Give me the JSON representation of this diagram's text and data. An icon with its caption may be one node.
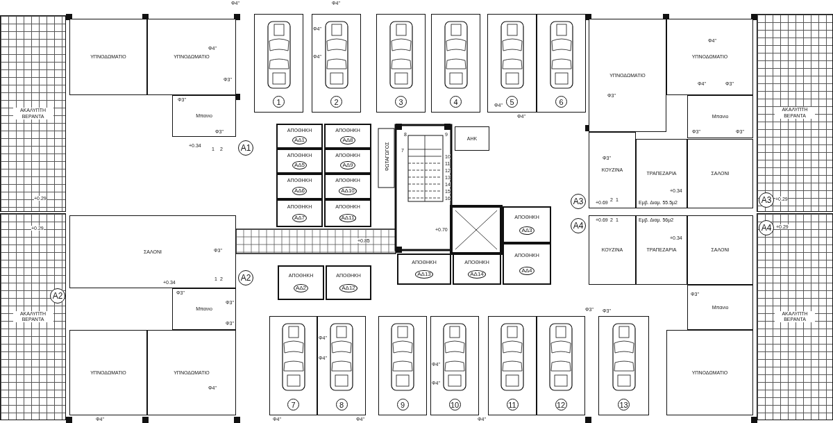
{
  "diagram": {
    "nodes": [
      {
        "text": [
          "ΑΚΑΛΥΠΤΗ ΒΕΡΑΝΤΑ"
        ]
      },
      {
        "text": [
          "ΥΠΝΟΔΩΜΑΤΙΟ"
        ]
      },
      {
        "text": [
          "ΥΠΝΟΔΩΜΑΤΙΟ"
        ]
      },
      {
        "text": [
          "Μπανιο"
        ]
      },
      {
        "text": [
          "A1"
        ]
      },
      {
        "text": [
          "1"
        ]
      },
      {
        "text": [
          "2"
        ]
      },
      {
        "text": [
          "3"
        ]
      },
      {
        "text": [
          "4"
        ]
      },
      {
        "text": [
          "5"
        ]
      },
      {
        "text": [
          "6"
        ]
      },
      {
        "text": [
          "ΑΠΟΘΗΚΗ",
          "ΑΔ1"
        ]
      },
      {
        "text": [
          "ΑΠΟΘΗΚΗ",
          "ΑΔ8"
        ]
      },
      {
        "text": [
          "ΑΠΟΘΗΚΗ",
          "ΑΔ5"
        ]
      },
      {
        "text": [
          "ΑΠΟΘΗΚΗ",
          "ΑΔ9"
        ]
      },
      {
        "text": [
          "ΑΠΟΘΗΚΗ",
          "ΑΔ6"
        ]
      },
      {
        "text": [
          "ΑΠΟΘΗΚΗ",
          "ΑΔ10"
        ]
      },
      {
        "text": [
          "ΑΠΟΘΗΚΗ",
          "ΑΔ7"
        ]
      },
      {
        "text": [
          "ΑΠΟΘΗΚΗ",
          "ΑΔ11"
        ]
      },
      {
        "text": [
          "ΑΗΚ"
        ]
      },
      {
        "text": [
          "ΥΠΝΟΔΩΜΑΤΙΟ"
        ]
      },
      {
        "text": [
          "ΥΠΝΟΔΩΜΑΤΙΟ"
        ]
      },
      {
        "text": [
          "Μπανιο"
        ]
      },
      {
        "text": [
          "ΑΚΑΛΥΠΤΗ ΒΕΡΑΝΤΑ"
        ]
      },
      {
        "text": [
          "ΚΟΥΖΙΝΑ"
        ]
      },
      {
        "text": [
          "ΤΡΑΠΕΖΑΡΙΑ"
        ]
      },
      {
        "text": [
          "ΣΑΛΟΝΙ"
        ]
      },
      {
        "text": [
          "A3"
        ]
      },
      {
        "text": [
          "A3"
        ],
        "in": 23
      },
      {
        "text": [
          "A4"
        ]
      },
      {
        "text": [
          "A4"
        ],
        "in": 46
      },
      {
        "text": [
          "ΤΡΑΠΕΖΑΡΙΑ"
        ]
      },
      {
        "text": [
          "ΣΑΛΟΝΙ"
        ]
      },
      {
        "text": [
          "ΚΟΥΖΙΝΑ"
        ]
      },
      {
        "text": [
          "ΑΠΟΘΗΚΗ",
          "ΑΔ3"
        ]
      },
      {
        "text": [
          "ΑΠΟΘΗΚΗ",
          "ΑΔ4"
        ]
      },
      {
        "text": [
          "ΣΑΛΟΝΙ"
        ]
      },
      {
        "text": [
          "ΑΚΑΛΥΠΤΗ ΒΕΡΑΝΤΑ"
        ]
      },
      {
        "text": [
          "A2"
        ],
        "in": 37
      },
      {
        "text": [
          "A2"
        ]
      },
      {
        "text": [
          "ΑΠΟΘΗΚΗ",
          "ΑΔ2"
        ]
      },
      {
        "text": [
          "ΑΠΟΘΗΚΗ",
          "ΑΔ12"
        ]
      },
      {
        "text": [
          "ΑΠΟΘΗΚΗ",
          "ΑΔ13"
        ]
      },
      {
        "text": [
          "ΑΠΟΘΗΚΗ",
          "ΑΔ14"
        ]
      },
      {
        "text": [
          "Μπανιο"
        ]
      },
      {
        "text": [
          "Μπανιο"
        ]
      },
      {
        "text": [
          "ΑΚΑΛΥΠΤΗ ΒΕΡΑΝΤΑ"
        ]
      },
      {
        "text": [
          "7"
        ]
      },
      {
        "text": [
          "8"
        ]
      },
      {
        "text": [
          "9"
        ]
      },
      {
        "text": [
          "10"
        ]
      },
      {
        "text": [
          "11"
        ]
      },
      {
        "text": [
          "12"
        ]
      },
      {
        "text": [
          "13"
        ]
      },
      {
        "text": [
          "ΥΠΝΟΔΩΜΑΤΙΟ"
        ]
      },
      {
        "text": [
          "ΥΠΝΟΔΩΜΑΤΙΟ"
        ]
      },
      {
        "text": [
          "ΥΠΝΟΔΩΜΑΤΙΟ"
        ]
      }
    ],
    "labels": [
      "Φ4\"",
      "Φ4\"",
      "Φ3\"",
      "Φ3\"",
      "Φ3\"",
      "+0.34",
      "1",
      "2",
      "+0.29",
      "Φ4\"",
      "Φ4\"",
      "Φ4\"",
      "Φ4\"",
      "Φ4\"",
      "ΦΩΤΑΓΩΓΟΣ",
      "8",
      "9",
      "7",
      "10",
      "11",
      "12",
      "13",
      "14",
      "15",
      "16",
      "+0.85",
      "+0.70",
      "Εμβ. Διαμ. 55.5μ2",
      "+0.34",
      "+0.69",
      "2",
      "1",
      "+0.29",
      "Φ4\"",
      "Φ3\"",
      "Φ4\"",
      "Φ3\"",
      "Φ3\"",
      "Φ3\"",
      "Φ3\"",
      "+0.69",
      "2",
      "1",
      "Εμβ. Διαμ. 56μ2",
      "+0.34",
      "+0.29",
      "Φ3\"",
      "Φ3\"",
      "Φ3\"",
      "+0.29",
      "Φ3\"",
      "+0.34",
      "1",
      "2",
      "Φ3\"",
      "Φ3\"",
      "Φ3\"",
      "Φ4\"",
      "Φ4\"",
      "Φ4\"",
      "Φ4\"",
      "Φ4\"",
      "Φ4\"",
      "Φ4\"",
      "Φ4\"",
      "Φ4\""
    ]
  }
}
